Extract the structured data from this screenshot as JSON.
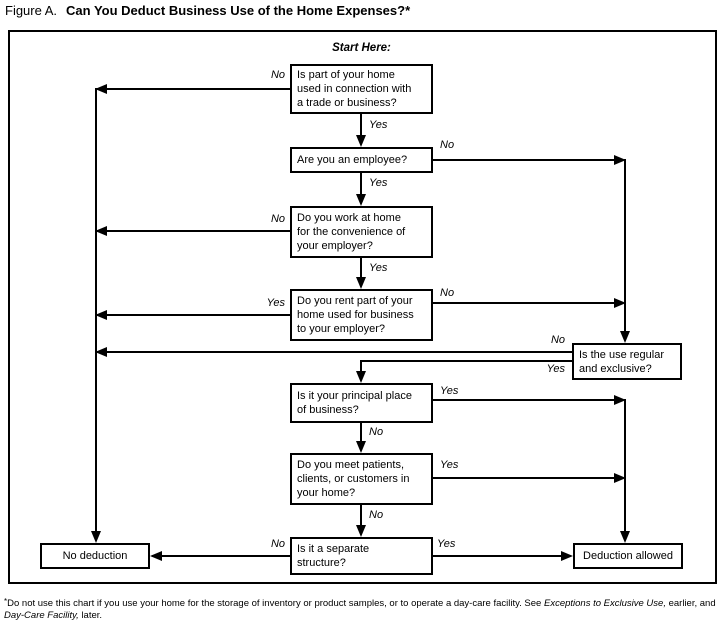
{
  "title": {
    "prefix": "Figure A.",
    "main": "Can You Deduct Business Use of the Home Expenses?*"
  },
  "chart": {
    "start_label": "Start Here:",
    "nodes": {
      "q1": "Is part of your home\nused in connection with\na trade or business?",
      "q2": "Are you an employee?",
      "q3": "Do you work at home\nfor the convenience of\nyour employer?",
      "q4": "Do you rent part of your\nhome used for business\nto your employer?",
      "regx": "Is the use regular\nand exclusive?",
      "q5": "Is it your principal place\nof business?",
      "q6": "Do you meet patients,\nclients, or customers in\nyour home?",
      "q7": "Is it a separate\nstructure?",
      "no_deduction": "No deduction",
      "deduction_allowed": "Deduction allowed"
    },
    "labels": {
      "q1_no": "No",
      "q1_yes": "Yes",
      "q2_no": "No",
      "q2_yes": "Yes",
      "q3_no": "No",
      "q3_yes": "Yes",
      "q4_yes": "Yes",
      "q4_no": "No",
      "regx_no": "No",
      "regx_yes": "Yes",
      "q5_yes": "Yes",
      "q5_no": "No",
      "q6_yes": "Yes",
      "q6_no": "No",
      "q7_no": "No",
      "q7_yes": "Yes"
    }
  },
  "footnote": {
    "marker": "*",
    "part1": "Do not use this chart if you use your home for the storage of inventory or product samples, or to operate a day-care facility. See ",
    "italic1": "Exceptions to Exclusive Use,",
    "part2": " earlier, and ",
    "italic2": "Day-Care Facility,",
    "part3": " later."
  },
  "colors": {
    "line": "#000000",
    "background": "#ffffff"
  }
}
